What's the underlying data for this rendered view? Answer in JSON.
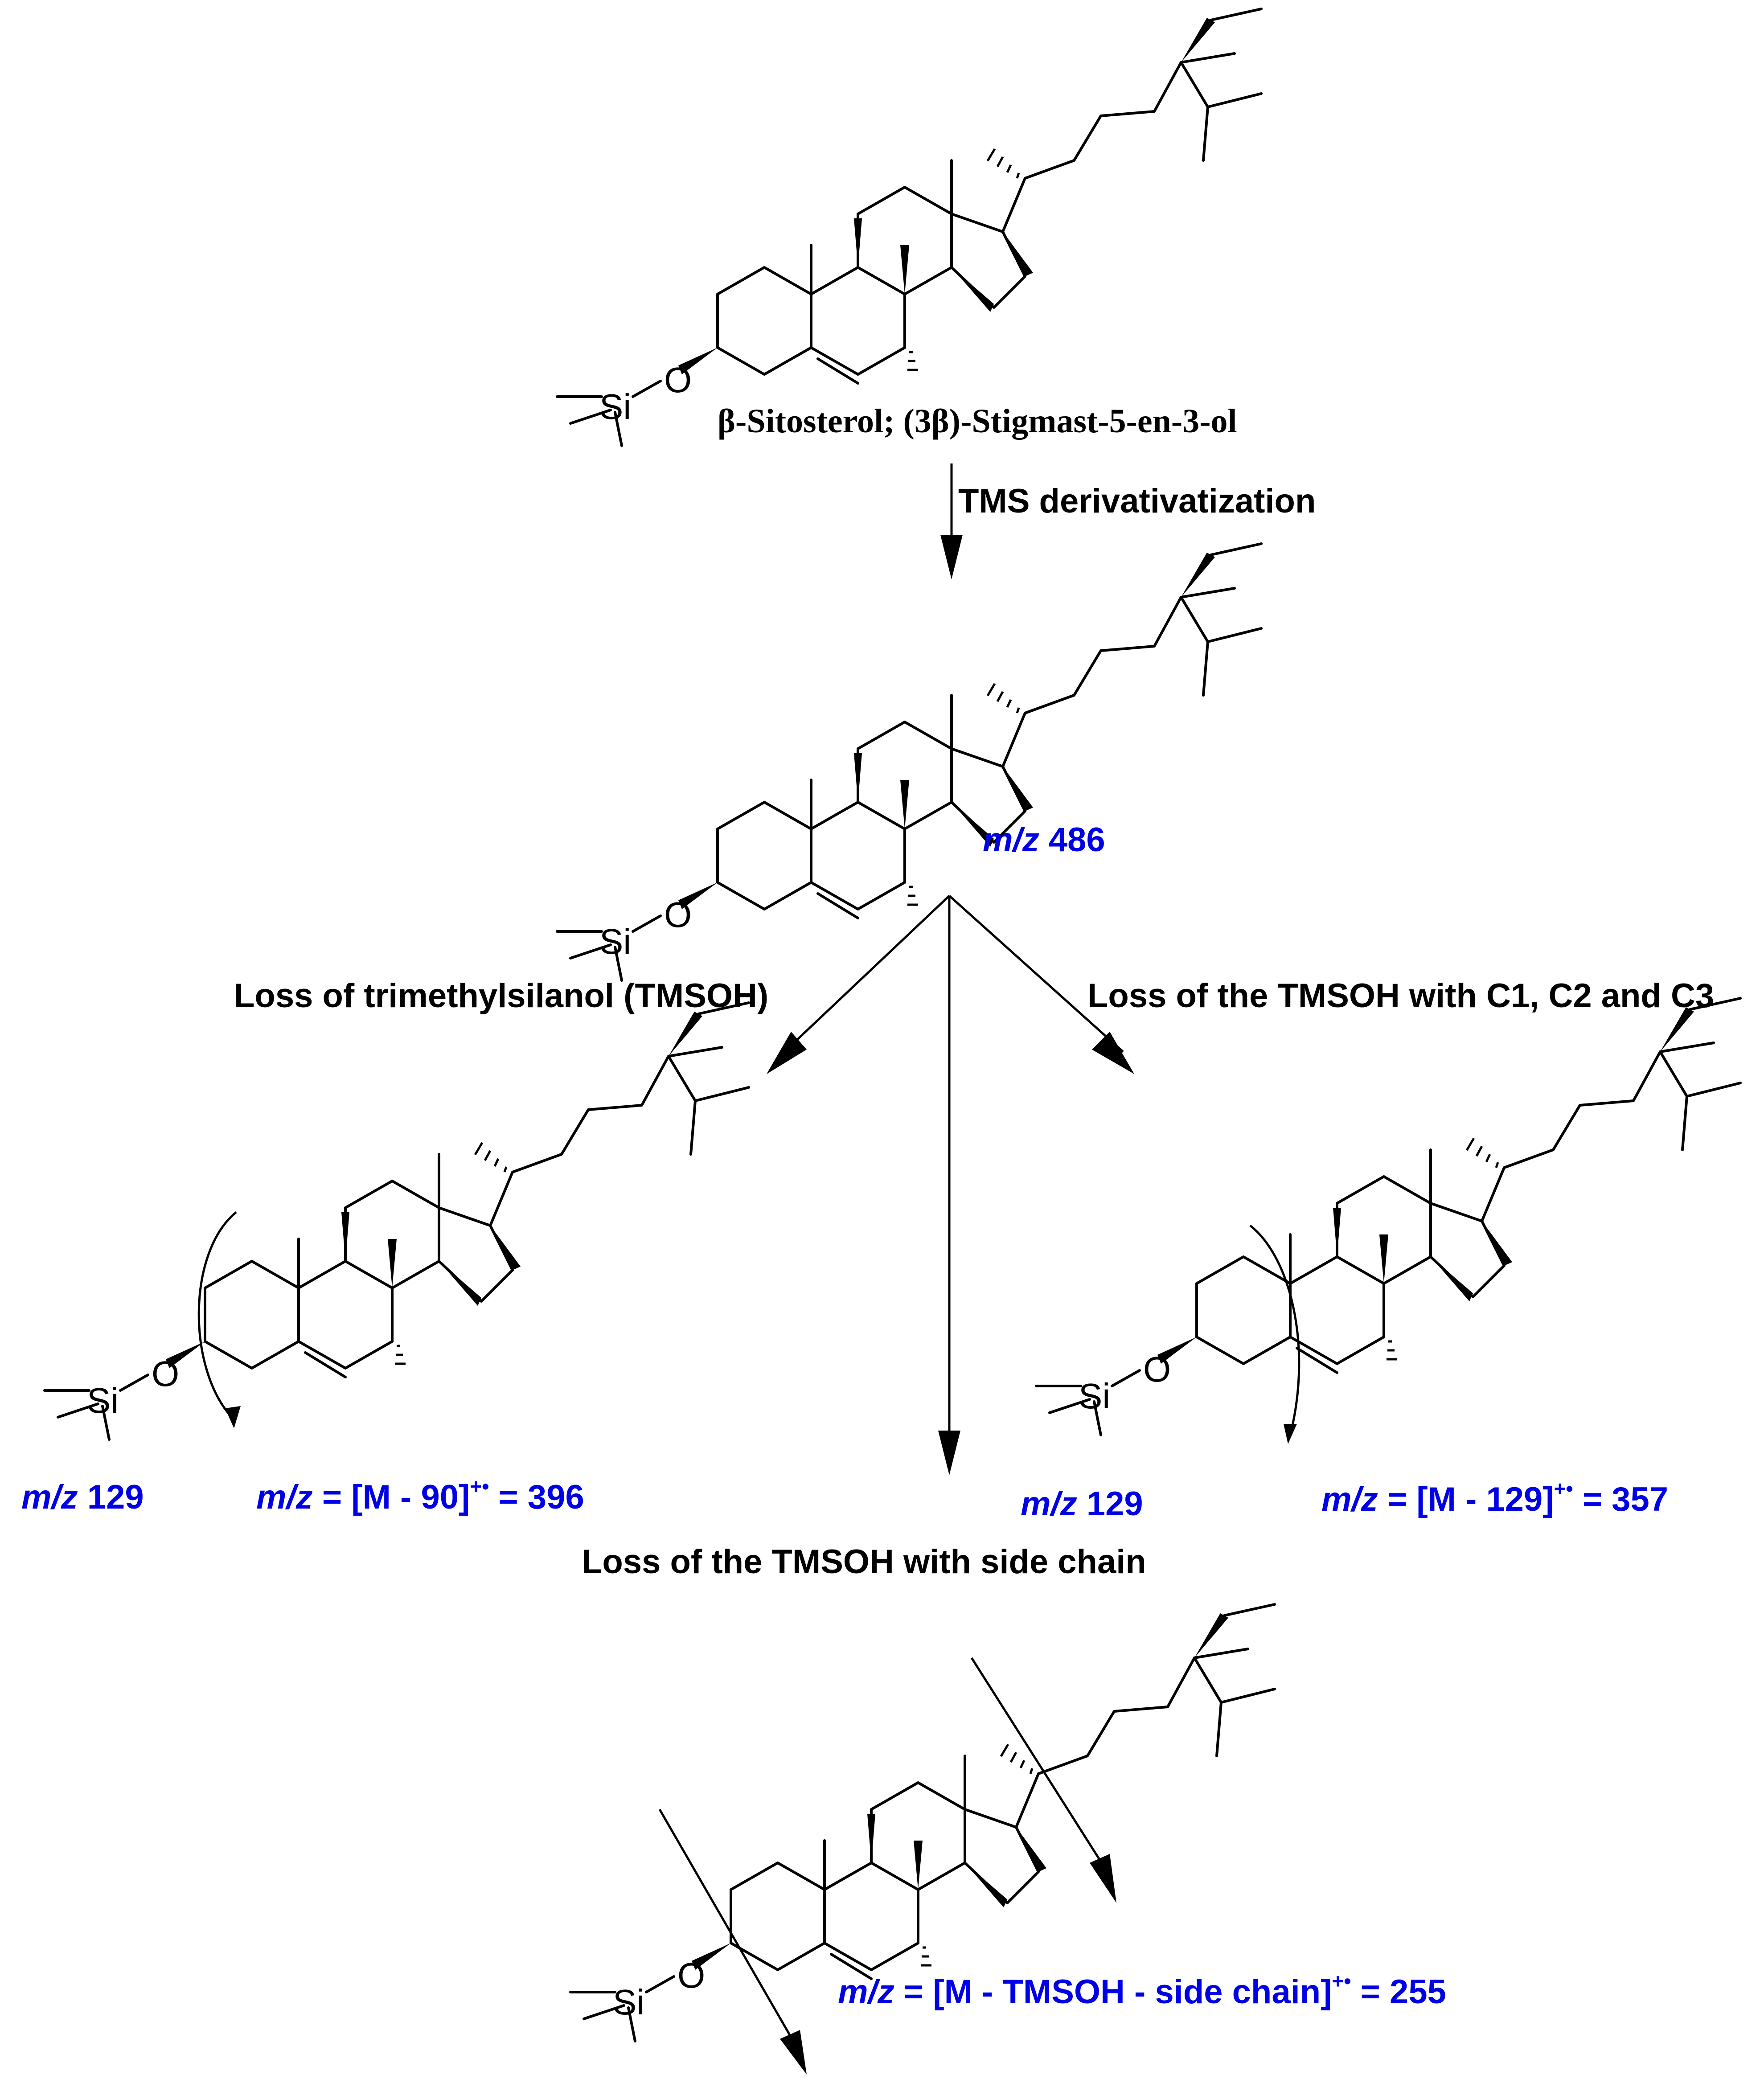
{
  "labels": {
    "compound_name": "β-Sitosterol; (3β)-Stigmast-5-en-3-ol",
    "step1": "TMS derivativatization",
    "loss_tmsoh": "Loss of trimethylsilanol (TMSOH)",
    "loss_c123": "Loss of the TMSOH with C1, C2 and C3",
    "loss_side_chain": "Loss of the TMSOH with side chain"
  },
  "atoms": {
    "oxygen": "O",
    "silicon": "Si"
  },
  "mz": {
    "prefix": "m/z",
    "parent": "486",
    "frag129_left": "129",
    "frag129_right": "129",
    "frag396_expr": "= [M - 90]",
    "frag396_value": "= 396",
    "frag357_expr": "= [M - 129]",
    "frag357_value": "= 357",
    "frag255_expr": "= [M - TMSOH - side chain]",
    "frag255_value": "= 255",
    "radical_cation": "+•"
  },
  "colors": {
    "ink": "#000000",
    "mass": "#0000e6"
  }
}
